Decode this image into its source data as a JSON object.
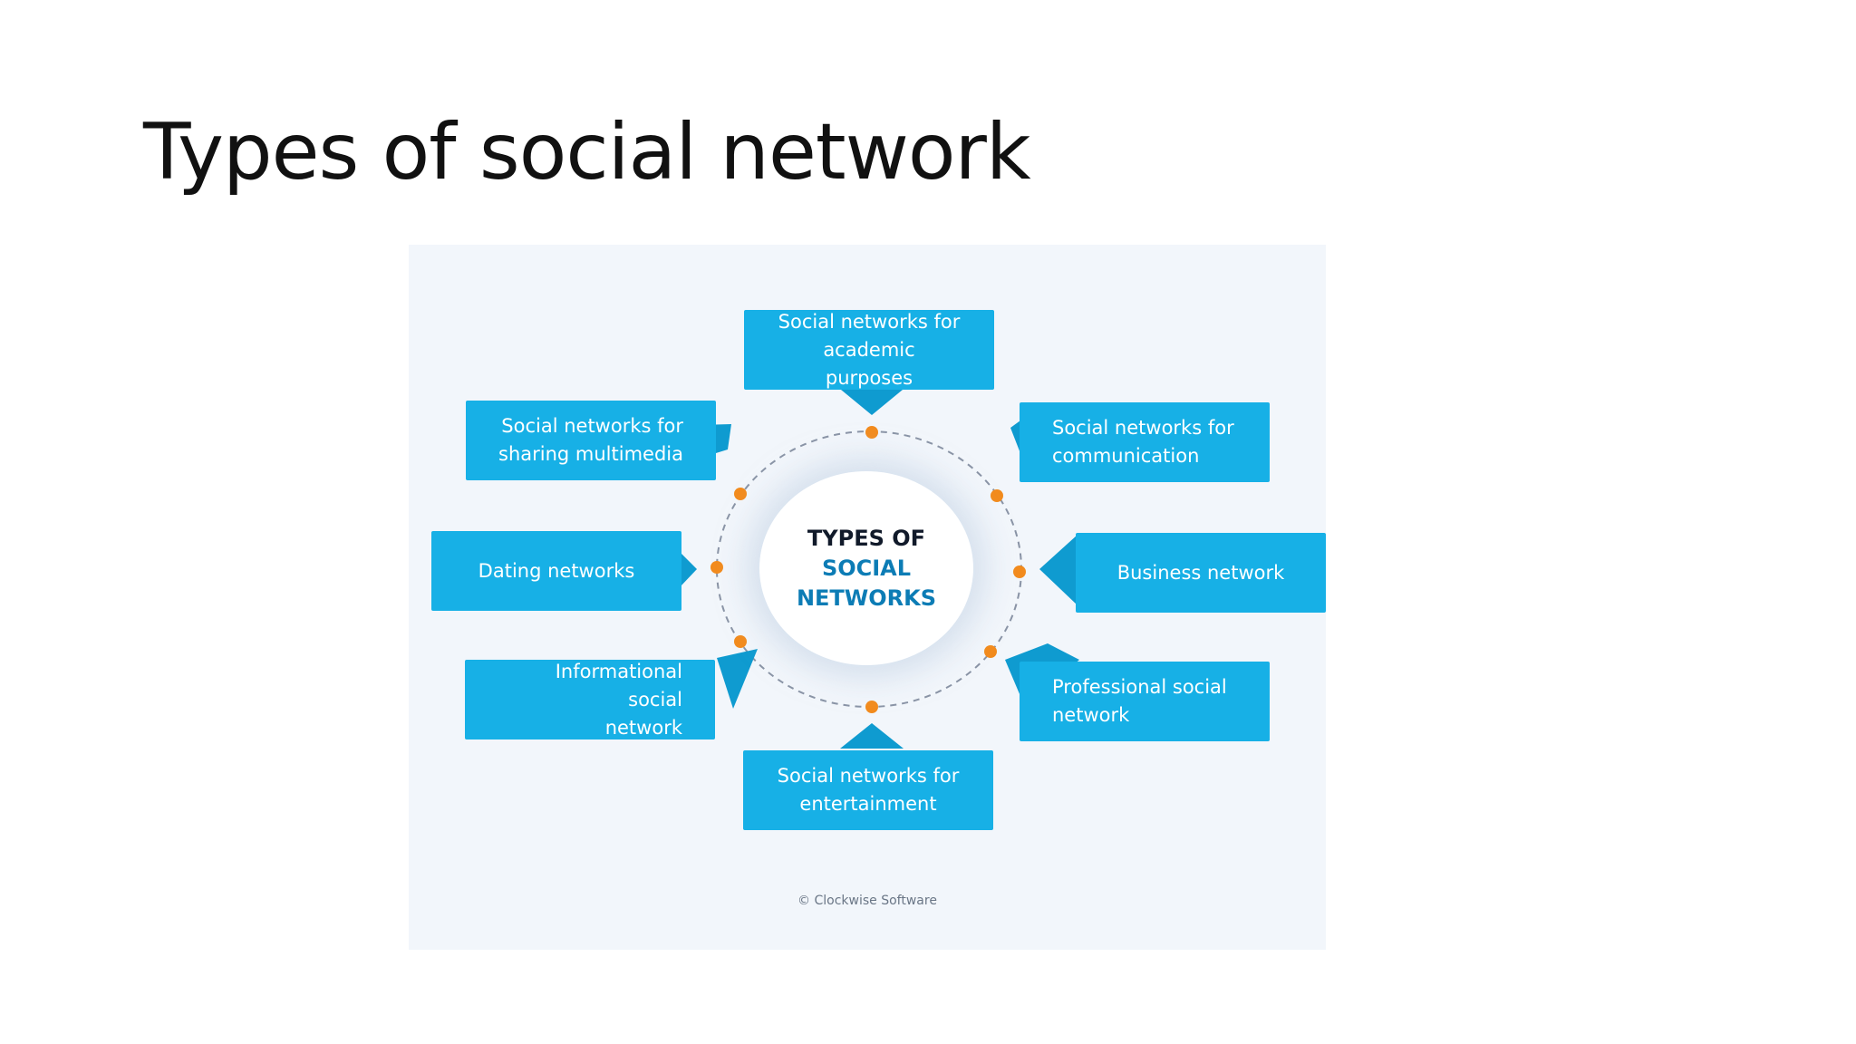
{
  "slide": {
    "title": "Types of social network"
  },
  "diagram": {
    "center": {
      "line1": "TYPES OF",
      "line2": "SOCIAL",
      "line3": "NETWORKS"
    },
    "nodes": [
      {
        "id": "academic",
        "label_line1": "Social networks for",
        "label_line2": "academic purposes"
      },
      {
        "id": "communication",
        "label_line1": "Social networks for",
        "label_line2": "communication"
      },
      {
        "id": "business",
        "label_line1": "Business network",
        "label_line2": ""
      },
      {
        "id": "professional",
        "label_line1": "Professional social",
        "label_line2": "network"
      },
      {
        "id": "entertainment",
        "label_line1": "Social networks for",
        "label_line2": "entertainment"
      },
      {
        "id": "informational",
        "label_line1": "Informational social",
        "label_line2": "network"
      },
      {
        "id": "dating",
        "label_line1": "Dating networks",
        "label_line2": ""
      },
      {
        "id": "multimedia",
        "label_line1": "Social networks for",
        "label_line2": "sharing multimedia"
      }
    ],
    "credit": "© Clockwise Software",
    "colors": {
      "box": "#17b0e6",
      "box_shadow": "#0f9bd0",
      "dot": "#f28b1d",
      "ring": "#8a94a6",
      "background": "#f2f6fb"
    }
  }
}
